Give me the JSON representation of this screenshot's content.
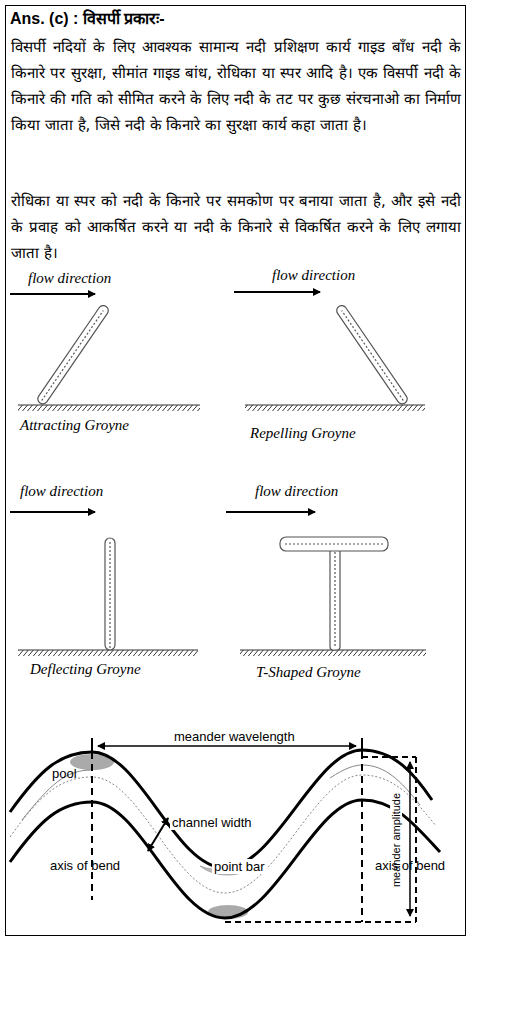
{
  "diagram": {
    "title": "Ans. (c) : विसर्पी प्रकारः-",
    "labels": [
      "विसर्पी नदियों के लिए आवश्यक सामान्य नदी प्रशिक्षण कार्य गाइड बाँध नदी के किनारे पर सुरक्षा, सीमांत गाइड बांध, रोधिका या स्पर आदि है। एक विसर्पी नदी के किनारे की गति को सीमित करने के लिए नदी के तट पर कुछ संरचनाओ का निर्माण किया जाता है, जिसे नदी के किनारे का सुरक्षा कार्य कहा जाता है।",
      "रोधिका या स्पर को नदी के किनारे पर समकोण पर बनाया जाता है, और इसे नदी के प्रवाह को आकर्षित करने या नदी के किनारे से विकर्षित करने के लिए लगाया जाता है।",
      "flow direction",
      "flow direction",
      "Attracting Groyne",
      "Repelling Groyne",
      "flow direction",
      "flow direction",
      "Deflecting Groyne",
      "T-Shaped Groyne",
      "meander wavelength",
      "pool",
      "channel width",
      "axis of bend",
      "point bar",
      "meander amplitude",
      "axis of bend"
    ]
  }
}
